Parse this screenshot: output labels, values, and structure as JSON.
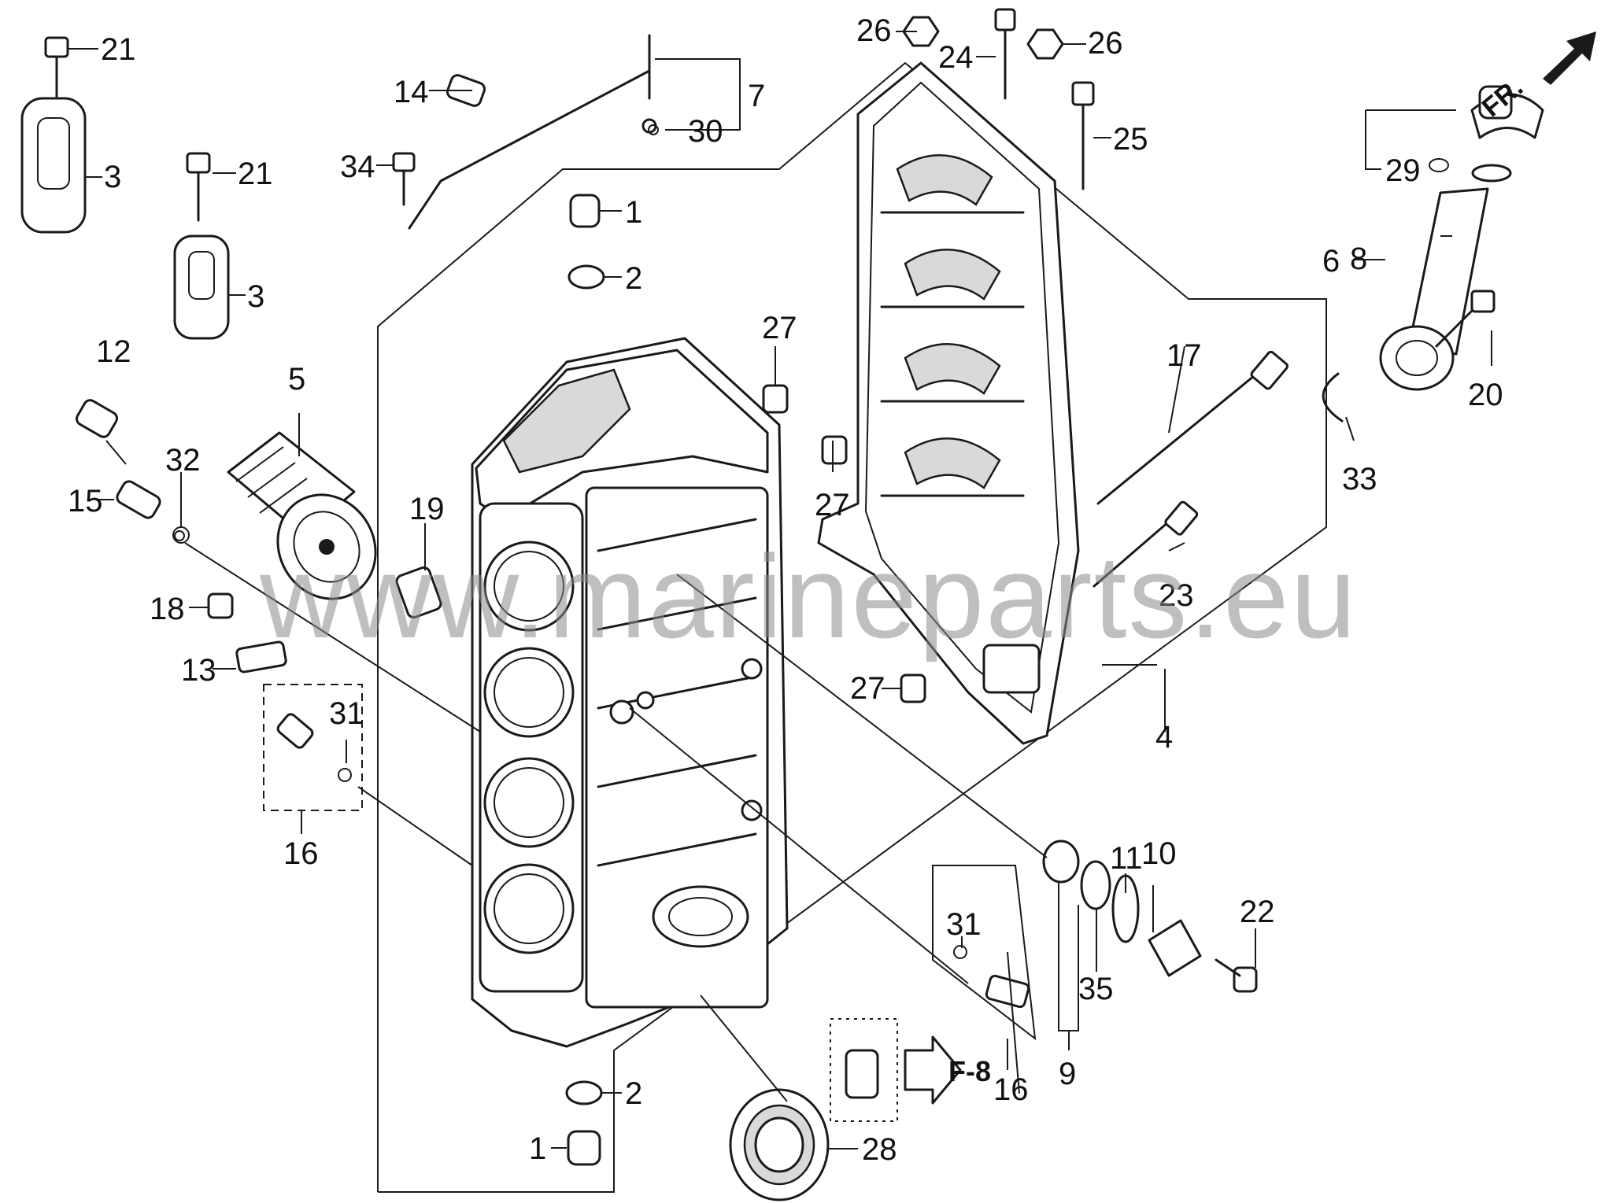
{
  "watermark": "www.marineparts.eu",
  "ref_label": "F-8",
  "direction_label": "FR.",
  "callouts": {
    "c1a": "1",
    "c1b": "1",
    "c2a": "2",
    "c2b": "2",
    "c3a": "3",
    "c3b": "3",
    "c4": "4",
    "c5": "5",
    "c6": "6",
    "c7": "7",
    "c8": "8",
    "c9": "9",
    "c10": "10",
    "c11": "11",
    "c12": "12",
    "c13": "13",
    "c14": "14",
    "c15": "15",
    "c16a": "16",
    "c16b": "16",
    "c17": "17",
    "c18": "18",
    "c19": "19",
    "c20": "20",
    "c21a": "21",
    "c21b": "21",
    "c22": "22",
    "c23": "23",
    "c24": "24",
    "c25": "25",
    "c26a": "26",
    "c26b": "26",
    "c27a": "27",
    "c27b": "27",
    "c27c": "27",
    "c28": "28",
    "c29": "29",
    "c30": "30",
    "c31a": "31",
    "c31b": "31",
    "c32": "32",
    "c33": "33",
    "c34": "34",
    "c35": "35"
  }
}
